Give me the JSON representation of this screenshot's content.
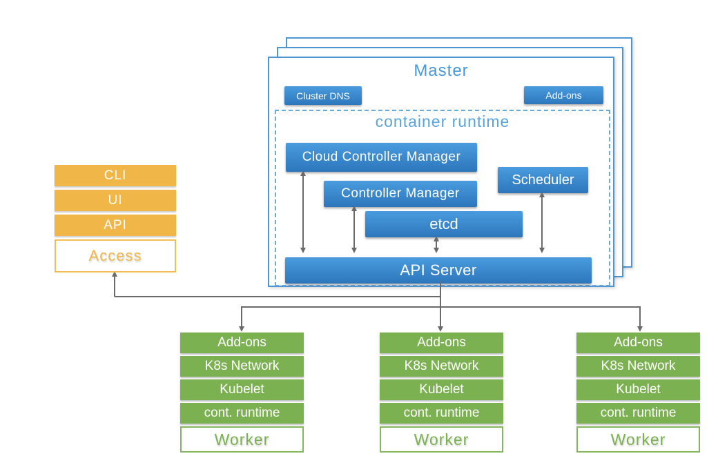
{
  "diagram": {
    "master": {
      "title": "Master",
      "cluster_dns_label": "Cluster DNS",
      "addons_label": "Add-ons",
      "runtime": {
        "title": "container runtime",
        "cloud_controller_manager": "Cloud Controller Manager",
        "controller_manager": "Controller Manager",
        "etcd": "etcd",
        "scheduler": "Scheduler",
        "api_server": "API Server"
      }
    },
    "access": {
      "items": [
        "CLI",
        "UI",
        "API"
      ],
      "label": "Access"
    },
    "workers": [
      {
        "items": [
          "Add-ons",
          "K8s Network",
          "Kubelet",
          "cont. runtime"
        ],
        "label": "Worker"
      },
      {
        "items": [
          "Add-ons",
          "K8s Network",
          "Kubelet",
          "cont. runtime"
        ],
        "label": "Worker"
      },
      {
        "items": [
          "Add-ons",
          "K8s Network",
          "Kubelet",
          "cont. runtime"
        ],
        "label": "Worker"
      }
    ],
    "colors": {
      "component_blue_top": "#4a9cdf",
      "component_blue_bottom": "#2d76bc",
      "master_border_blue": "#4e96d2",
      "runtime_dashed_blue": "#66abdf",
      "master_title_blue": "#4799db",
      "runtime_title_blue": "#5aa4de",
      "access_orange": "#f0b748",
      "worker_green": "#7cb152",
      "arrow_gray": "#6a6a6a"
    }
  }
}
